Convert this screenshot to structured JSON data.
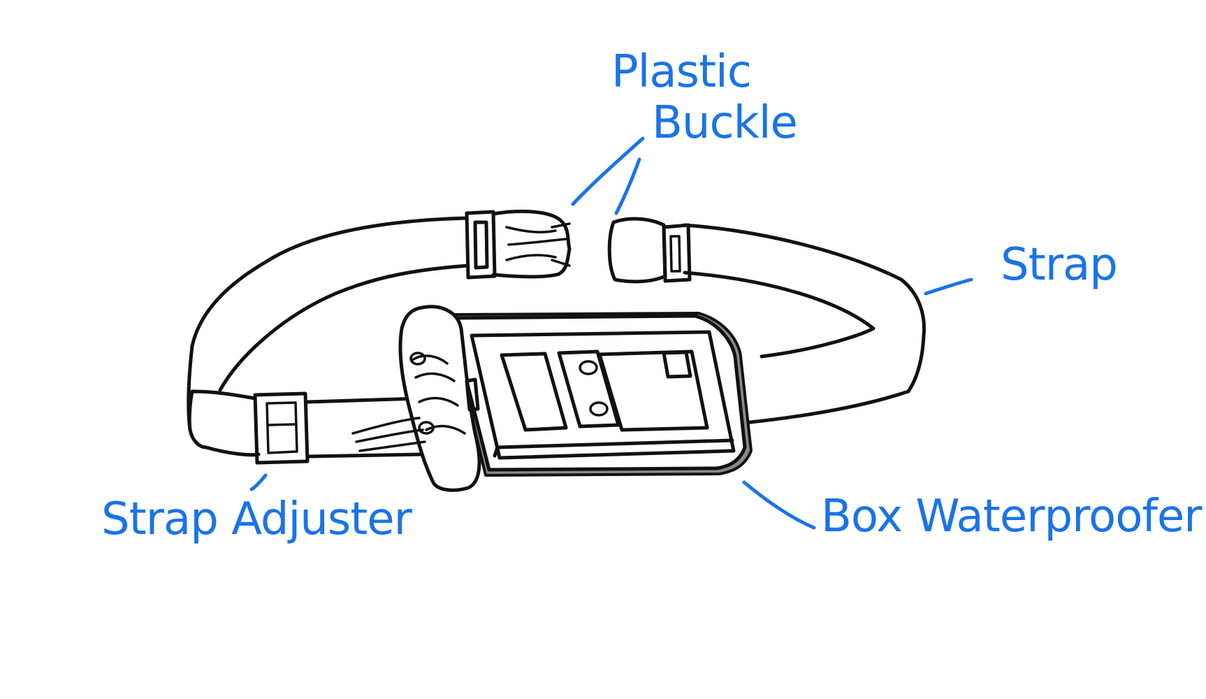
{
  "colors": {
    "ink": "#111111",
    "label": "#1a73e8",
    "shade": "#8a8a8a",
    "background": "#ffffff"
  },
  "labels": {
    "plastic_buckle": [
      "Plastic",
      "Buckle"
    ],
    "strap": "Strap",
    "strap_adjuster": "Strap Adjuster",
    "box_waterproofer": "Box Waterproofer"
  }
}
